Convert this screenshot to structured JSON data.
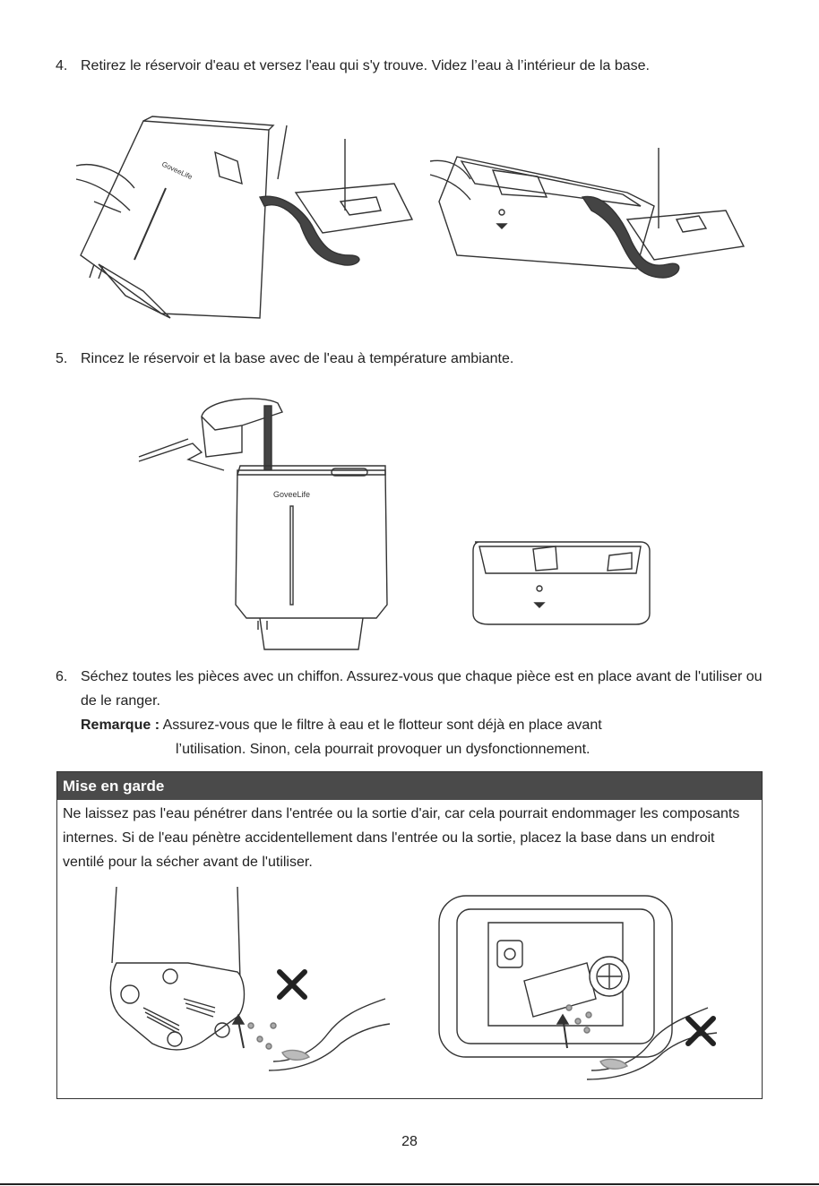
{
  "steps": [
    {
      "number": "4.",
      "text": "Retirez le réservoir d'eau et versez l'eau qui s'y trouve. Videz l’eau à l’intérieur de la base."
    },
    {
      "number": "5.",
      "text": "Rincez le réservoir et la base avec de l'eau à température ambiante."
    },
    {
      "number": "6.",
      "text": "Séchez toutes les pièces avec un chiffon. Assurez-vous que chaque pièce est en place avant de l'utiliser ou de le ranger."
    }
  ],
  "note": {
    "label": "Remarque :",
    "line1": "Assurez-vous que le filtre à eau et le flotteur sont déjà en place avant",
    "line2": "l’utilisation. Sinon, cela pourrait provoquer un dysfonctionnement."
  },
  "caution": {
    "title": "Mise en garde",
    "text": "Ne laissez pas l'eau pénétrer dans l'entrée ou la sortie d'air, car cela pourrait endommager les composants internes. Si de l'eau pénètre accidentellement dans l'entrée ou la sortie, placez la base dans un endroit ventilé pour la sécher avant de l'utiliser."
  },
  "brand_logo": "GoveeLife",
  "icons": [
    "power-icon",
    "wifi-icon",
    "cross-icon",
    "arrow-icon"
  ],
  "page_number": "28"
}
